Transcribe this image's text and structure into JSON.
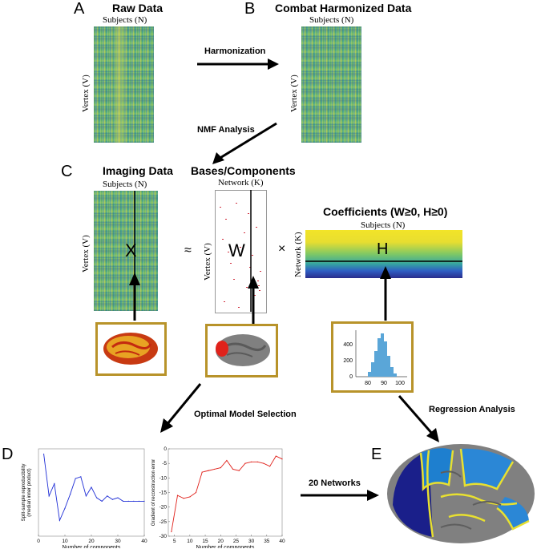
{
  "panels": {
    "a": {
      "letter": "A",
      "title": "Raw Data",
      "x_label": "Subjects (N)",
      "y_label": "Vertex (V)"
    },
    "b": {
      "letter": "B",
      "title": "Combat Harmonized Data",
      "x_label": "Subjects (N)",
      "y_label": "Vertex (V)"
    },
    "c": {
      "letter": "C",
      "imaging": {
        "title": "Imaging Data",
        "x_label": "Subjects (N)",
        "y_label": "Vertex (V)",
        "matrix_label": "X"
      },
      "bases": {
        "title": "Bases/Components",
        "x_label": "Network (K)",
        "y_label": "Vertex (V)",
        "matrix_label": "W"
      },
      "coeffs": {
        "title": "Coefficients (W≥0, H≥0)",
        "x_label": "Subjects (N)",
        "y_label": "Network (K)",
        "matrix_label": "H"
      },
      "approx_symbol": "≈",
      "times_symbol": "×"
    },
    "d": {
      "letter": "D"
    },
    "e": {
      "letter": "E"
    }
  },
  "arrows": {
    "harmonization": "Harmonization",
    "nmf": "NMF Analysis",
    "optimal": "Optimal Model Selection",
    "regression": "Regression Analysis",
    "networks": "20 Networks"
  },
  "histogram": {
    "y_ticks": [
      "0",
      "200",
      "400"
    ],
    "x_ticks": [
      "80",
      "90",
      "100"
    ]
  },
  "chart_data": [
    {
      "type": "line",
      "xlabel": "Number of components",
      "ylabel": "Split-sample reproducibility (median inner product)",
      "x": [
        2,
        4,
        6,
        8,
        10,
        12,
        14,
        16,
        18,
        20,
        22,
        24,
        26,
        28,
        30,
        32,
        34,
        36,
        38,
        40
      ],
      "y": [
        0.97,
        0.73,
        0.8,
        0.59,
        0.66,
        0.74,
        0.83,
        0.84,
        0.73,
        0.78,
        0.72,
        0.7,
        0.73,
        0.71,
        0.72,
        0.7,
        0.7,
        0.7,
        0.7,
        0.7
      ],
      "xlim": [
        0,
        40
      ],
      "ylim": [
        0.5,
        1.0
      ],
      "xticks": [
        "0",
        "10",
        "20",
        "30",
        "40"
      ],
      "color": "#1f2ed6"
    },
    {
      "type": "line",
      "xlabel": "Number of components",
      "ylabel": "Gradient of reconstruction error",
      "x": [
        4,
        6,
        8,
        10,
        12,
        14,
        16,
        18,
        20,
        22,
        24,
        26,
        28,
        30,
        32,
        34,
        36,
        38,
        40
      ],
      "y": [
        -28.5,
        -16,
        -17,
        -16.5,
        -15,
        -8,
        -7.5,
        -7,
        -6.5,
        -4,
        -7,
        -7.5,
        -5,
        -4.5,
        -4.5,
        -5,
        -6,
        -2.5,
        -3.5
      ],
      "xlim": [
        3,
        40
      ],
      "ylim": [
        -30,
        0
      ],
      "xticks": [
        "5",
        "10",
        "15",
        "20",
        "25",
        "30",
        "35",
        "40"
      ],
      "yticks": [
        "0",
        "-5",
        "-10",
        "-15",
        "-20",
        "-25",
        "-30"
      ],
      "color": "#e0201a"
    }
  ]
}
